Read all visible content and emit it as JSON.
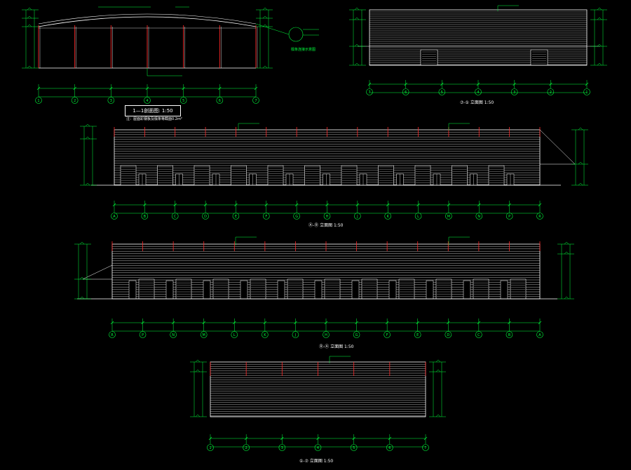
{
  "colors": {
    "background": "#000000",
    "dim": "#00ff3c",
    "column": "#ff2a2a",
    "outline": "#ffffff",
    "cladding": "#b8b8b8",
    "leader": "#00ff3c"
  },
  "views": [
    {
      "id": "section-1-1",
      "scale_label": "1—1剖面图: 1:50",
      "note": "注：屋面彩钢板及檩条等截面0.2m²",
      "callout_text": "檩条连接示意图",
      "grid_labels": [
        "1",
        "2",
        "3",
        "4",
        "5",
        "6",
        "7"
      ]
    },
    {
      "id": "elevation-right-top",
      "scale_label": "⑦-① 立面图 1:50",
      "grid_labels": [
        "7",
        "6",
        "5",
        "4",
        "3",
        "2",
        "1"
      ]
    },
    {
      "id": "elevation-long-1",
      "scale_label": "Ⓐ-Ⓡ 立面图 1:50",
      "grid_labels": [
        "A",
        "B",
        "C",
        "D",
        "E",
        "F",
        "G",
        "H",
        "J",
        "K",
        "L",
        "M",
        "N",
        "P",
        "R"
      ]
    },
    {
      "id": "elevation-long-2",
      "scale_label": "Ⓡ-Ⓐ 立面图 1:50",
      "grid_labels": [
        "R",
        "P",
        "N",
        "M",
        "L",
        "K",
        "J",
        "H",
        "G",
        "F",
        "E",
        "D",
        "C",
        "B",
        "A"
      ]
    },
    {
      "id": "elevation-bottom",
      "scale_label": "①-⑦ 立面图 1:50",
      "grid_labels": [
        "1",
        "2",
        "3",
        "4",
        "5",
        "6",
        "7"
      ]
    }
  ]
}
